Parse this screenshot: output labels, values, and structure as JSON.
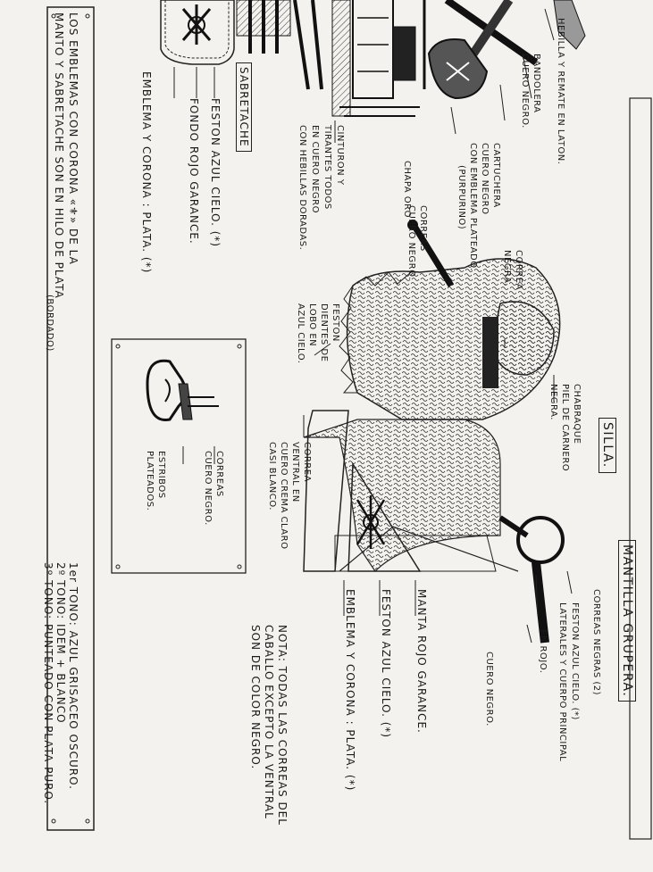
{
  "sheet": {
    "title_silla": "SILLA.",
    "title_mantilla": "MANTILLA GRUPERA.",
    "title_sabretache": "SABRETACHE",
    "emblem_note": {
      "line1": "LOS EMBLEMAS CON CORONA «⚜» DE LA",
      "line2": "MANTO Y SABRETACHE SON EN HILO DE PLATA",
      "line3": "(BORDADO)"
    },
    "tones": {
      "t1": "1er TONO: AZUL GRISACEO OSCURO.",
      "t2": "2º TONO: IDEM + BLANCO",
      "t3": "3º TONO: PUNTEADO CON PLATA PURO."
    },
    "note": {
      "line1": "NOTA: TODAS LAS CORREAS DEL",
      "line2": "CABALLO EXCEPTO LA VENTRAL",
      "line3": "SON DE COLOR NEGRO."
    },
    "labels": {
      "hebilla": "HEBILLA Y REMATE EN LATON.",
      "bandolera_1": "BANDOLERA",
      "bandolera_2": "CUERO NEGRO.",
      "cartuchera_1": "CARTUCHERA",
      "cartuchera_2": "CUERO NEGRO",
      "cartuchera_3": "CON EMBLEMA PLATEADO.",
      "cartuchera_4": "(PURPURINO)",
      "chapa": "CHAPA ORO",
      "correas_1": "CORREAS",
      "correas_2": "CUERO NEGRO.",
      "cinturon_1": "CINTURON Y",
      "cinturon_2": "TIRANTES TODOS",
      "cinturon_3": "EN CUERO NEGRO",
      "cinturon_4": "CON HEBILLAS DORADAS.",
      "correa_negra_1": "CORREA",
      "correa_negra_2": "NEGRA.",
      "chabraque_1": "CHABRAQUE",
      "chabraque_2": "PIEL DE CARNERO",
      "chabraque_3": "NEGRA.",
      "festoneado_1": "FESTON",
      "festoneado_2": "DIENTES DE",
      "festoneado_3": "LOBO EN",
      "festoneado_4": "AZUL CIELO.",
      "ventral_1": "CORREA",
      "ventral_2": "VENTRAL EN",
      "ventral_3": "CUERO CREMA CLARO",
      "ventral_4": "CASI BLANCO.",
      "festoncielo": "FESTON AZUL CIELO. (*)",
      "fondo": "FONDO ROJO GARANCE.",
      "emblema_sab": "EMBLEMA Y CORONA : PLATA. (*)",
      "correas_estribo_1": "CORREAS",
      "correas_estribo_2": "CUERO NEGRO.",
      "estribos_1": "ESTRIBOS",
      "estribos_2": "PLATEADOS.",
      "manta": "MANTA ROJO GARANCE.",
      "festoncielo_manta": "FESTON AZUL CIELO. (*)",
      "emblema_manta": "EMBLEMA Y CORONA : PLATA. (*)",
      "correas_negras": "CORREAS NEGRAS (2)",
      "feston_mant_1": "FESTON AZUL CIELO. (*)",
      "feston_mant_2": "LATERALES Y CUERPO PRINCIPAL",
      "feston_mant_3": "EN ROJO.",
      "cuero_negro": "CUERO NEGRO."
    }
  },
  "colors": {
    "ink": "#1a1a1a",
    "paper": "#f4f2ee"
  }
}
